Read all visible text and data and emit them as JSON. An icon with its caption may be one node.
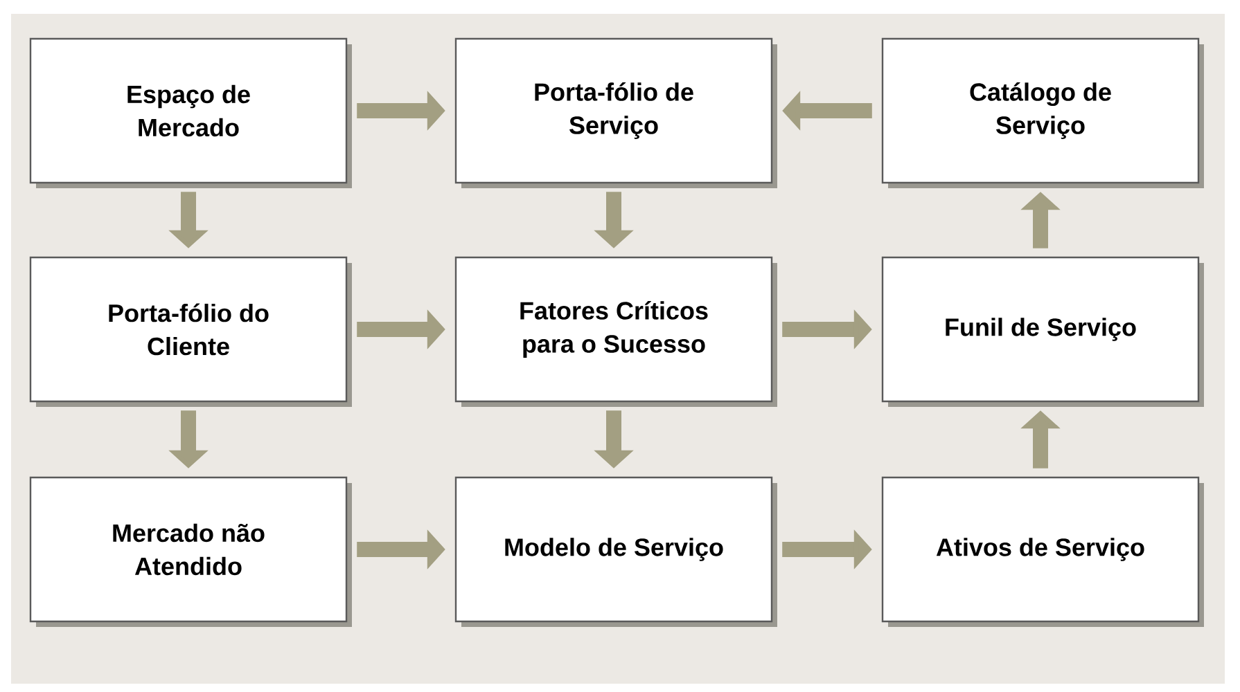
{
  "diagram": {
    "nodes": [
      {
        "text": [
          "Espaço de Mercado"
        ]
      },
      {
        "text": [
          "Porta-fólio de Serviço"
        ]
      },
      {
        "text": [
          "Catálogo de Serviço"
        ]
      },
      {
        "text": [
          "Porta-fólio do Cliente"
        ]
      },
      {
        "text": [
          "Fatores Críticos para o Sucesso"
        ]
      },
      {
        "text": [
          "Funil de Serviço"
        ]
      },
      {
        "text": [
          "Mercado não Atendido"
        ]
      },
      {
        "text": [
          "Modelo de Serviço"
        ]
      },
      {
        "text": [
          "Ativos de Serviço"
        ]
      }
    ],
    "edges": [
      {
        "from": 0,
        "to": 1,
        "arrow": "to"
      },
      {
        "from": 2,
        "to": 1,
        "arrow": "to"
      },
      {
        "from": 0,
        "to": 3,
        "arrow": "to"
      },
      {
        "from": 1,
        "to": 4,
        "arrow": "to"
      },
      {
        "from": 5,
        "to": 2,
        "arrow": "to"
      },
      {
        "from": 3,
        "to": 4,
        "arrow": "to"
      },
      {
        "from": 4,
        "to": 5,
        "arrow": "to"
      },
      {
        "from": 3,
        "to": 6,
        "arrow": "to"
      },
      {
        "from": 4,
        "to": 7,
        "arrow": "to"
      },
      {
        "from": 8,
        "to": 5,
        "arrow": "to"
      },
      {
        "from": 6,
        "to": 7,
        "arrow": "to"
      },
      {
        "from": 7,
        "to": 8,
        "arrow": "to"
      }
    ]
  }
}
